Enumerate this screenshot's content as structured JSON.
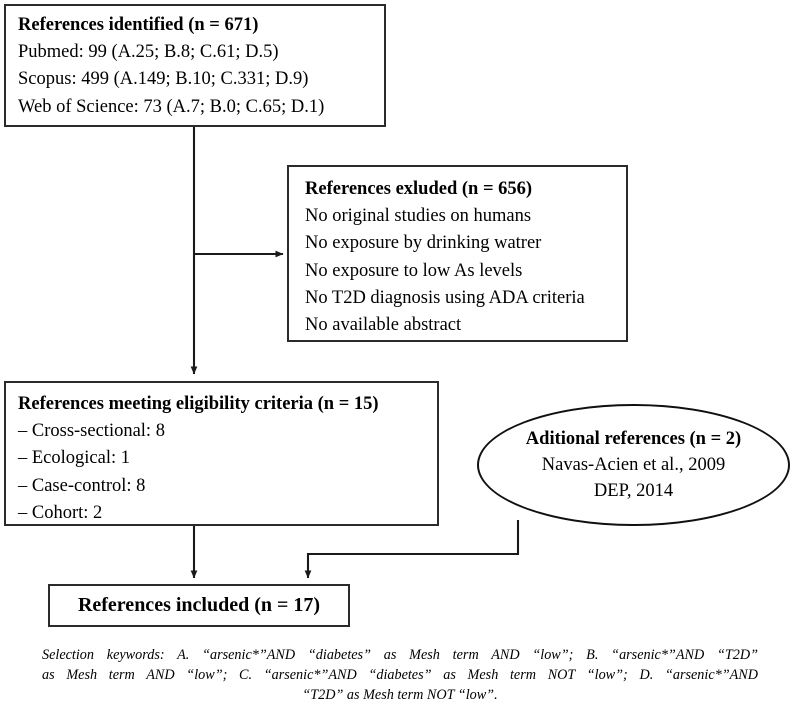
{
  "diagram": {
    "title": "PRISMA study selection flow diagram",
    "colors": {
      "background": "#ffffff",
      "border": "#2b2b2b",
      "connector": "#1a1a1a",
      "text": "#000000"
    },
    "nodes": {
      "identified": {
        "heading": "References identified (n = 671)",
        "lines": [
          "Pubmed: 99 (A.25; B.8; C.61; D.5)",
          "Scopus: 499 (A.149; B.10; C.331; D.9)",
          "Web of Science: 73 (A.7; B.0; C.65; D.1)"
        ]
      },
      "excluded": {
        "heading": "References exluded (n = 656)",
        "lines": [
          "No original studies on humans",
          "No exposure by drinking watrer",
          "No exposure to low As levels",
          "No T2D diagnosis using ADA criteria",
          "No available abstract"
        ]
      },
      "eligible": {
        "heading": "References meeting eligibility criteria (n = 15)",
        "lines": [
          "– Cross-sectional: 8",
          "– Ecological: 1",
          "– Case-control: 8",
          "– Cohort: 2"
        ]
      },
      "additional": {
        "heading": "Aditional references (n = 2)",
        "lines": [
          "Navas-Acien et al., 2009",
          "DEP, 2014"
        ]
      },
      "included": {
        "heading": "References included (n = 17)"
      }
    },
    "footnote": {
      "line1": "Selection keywords: A. “arsenic*”AND “diabetes” as Mesh term AND “low”; B. “arsenic*”AND “T2D”",
      "line2": "as Mesh term AND “low”; C. “arsenic*”AND “diabetes” as Mesh term NOT “low”; D. “arsenic*”AND",
      "line3": "“T2D” as Mesh term NOT “low”."
    }
  },
  "chart_data": {
    "type": "diagram",
    "title": "Study selection flowchart",
    "stages": [
      {
        "id": "identified",
        "label": "References identified",
        "n": 671,
        "sources": [
          {
            "name": "Pubmed",
            "count": 99,
            "breakdown": {
              "A": 25,
              "B": 8,
              "C": 61,
              "D": 5
            }
          },
          {
            "name": "Scopus",
            "count": 499,
            "breakdown": {
              "A": 149,
              "B": 10,
              "C": 331,
              "D": 9
            }
          },
          {
            "name": "Web of Science",
            "count": 73,
            "breakdown": {
              "A": 7,
              "B": 0,
              "C": 65,
              "D": 1
            }
          }
        ]
      },
      {
        "id": "excluded",
        "label": "References exluded",
        "n": 656,
        "reasons": [
          "No original studies on humans",
          "No exposure by drinking watrer",
          "No exposure to low As levels",
          "No T2D diagnosis using ADA criteria",
          "No available abstract"
        ]
      },
      {
        "id": "eligible",
        "label": "References meeting eligibility criteria",
        "n": 15,
        "designs": [
          {
            "name": "Cross-sectional",
            "count": 8
          },
          {
            "name": "Ecological",
            "count": 1
          },
          {
            "name": "Case-control",
            "count": 8
          },
          {
            "name": "Cohort",
            "count": 2
          }
        ]
      },
      {
        "id": "additional",
        "label": "Aditional references",
        "n": 2,
        "references": [
          "Navas-Acien et al., 2009",
          "DEP, 2014"
        ]
      },
      {
        "id": "included",
        "label": "References included",
        "n": 17
      }
    ],
    "edges": [
      {
        "from": "identified",
        "to": "excluded"
      },
      {
        "from": "identified",
        "to": "eligible"
      },
      {
        "from": "eligible",
        "to": "included"
      },
      {
        "from": "additional",
        "to": "included"
      }
    ]
  }
}
